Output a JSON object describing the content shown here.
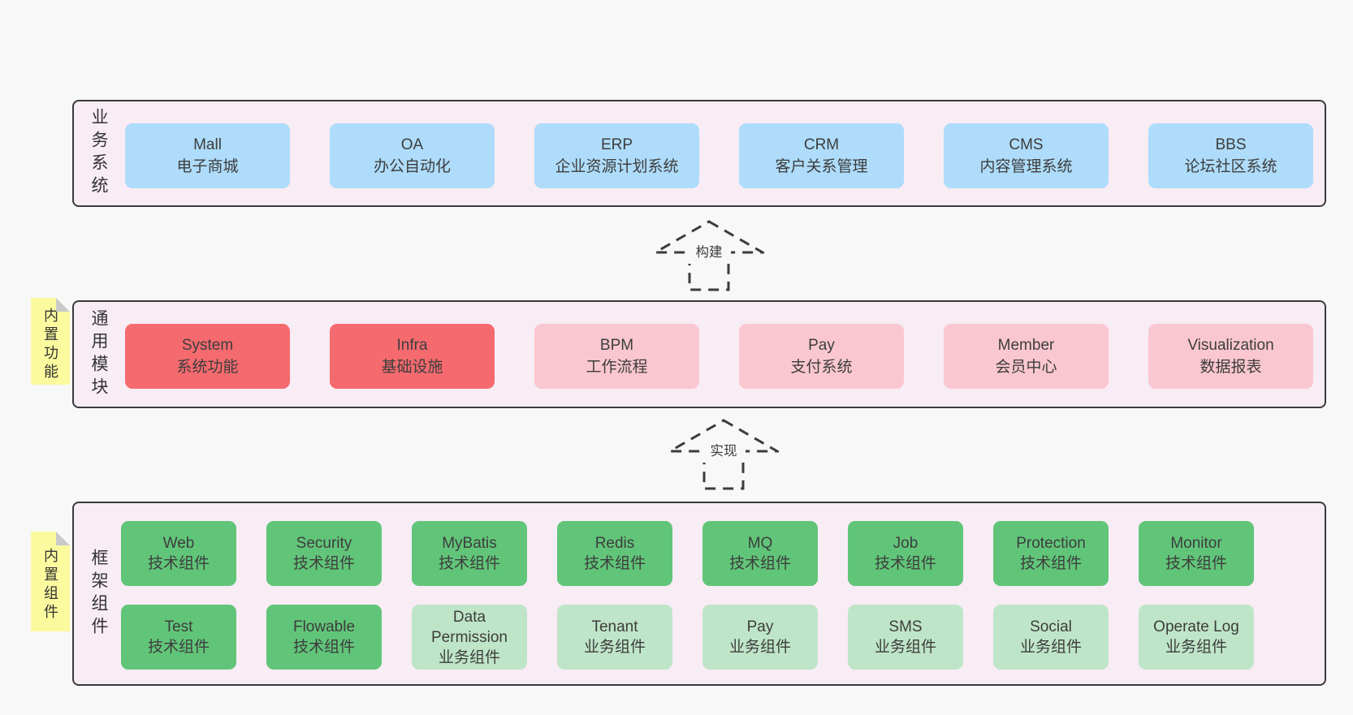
{
  "layer1": {
    "label": "业务系统",
    "boxes": [
      {
        "title": "Mall",
        "subtitle": "电子商城",
        "variant": "blue"
      },
      {
        "title": "OA",
        "subtitle": "办公自动化",
        "variant": "blue"
      },
      {
        "title": "ERP",
        "subtitle": "企业资源计划系统",
        "variant": "blue"
      },
      {
        "title": "CRM",
        "subtitle": "客户关系管理",
        "variant": "blue"
      },
      {
        "title": "CMS",
        "subtitle": "内容管理系统",
        "variant": "blue"
      },
      {
        "title": "BBS",
        "subtitle": "论坛社区系统",
        "variant": "blue"
      }
    ]
  },
  "arrow_build": {
    "label": "构建"
  },
  "layer2": {
    "label": "通用模块",
    "note": "内置功能",
    "boxes": [
      {
        "title": "System",
        "subtitle": "系统功能",
        "variant": "red"
      },
      {
        "title": "Infra",
        "subtitle": "基础设施",
        "variant": "red"
      },
      {
        "title": "BPM",
        "subtitle": "工作流程",
        "variant": "pink"
      },
      {
        "title": "Pay",
        "subtitle": "支付系统",
        "variant": "pink"
      },
      {
        "title": "Member",
        "subtitle": "会员中心",
        "variant": "pink"
      },
      {
        "title": "Visualization",
        "subtitle": "数据报表",
        "variant": "pink"
      }
    ]
  },
  "arrow_implement": {
    "label": "实现"
  },
  "layer3": {
    "label": "框架组件",
    "note": "内置组件",
    "row1": [
      {
        "title": "Web",
        "subtitle": "技术组件",
        "variant": "green"
      },
      {
        "title": "Security",
        "subtitle": "技术组件",
        "variant": "green"
      },
      {
        "title": "MyBatis",
        "subtitle": "技术组件",
        "variant": "green"
      },
      {
        "title": "Redis",
        "subtitle": "技术组件",
        "variant": "green"
      },
      {
        "title": "MQ",
        "subtitle": "技术组件",
        "variant": "green"
      },
      {
        "title": "Job",
        "subtitle": "技术组件",
        "variant": "green"
      },
      {
        "title": "Protection",
        "subtitle": "技术组件",
        "variant": "green"
      },
      {
        "title": "Monitor",
        "subtitle": "技术组件",
        "variant": "green"
      }
    ],
    "row2": [
      {
        "title": "Test",
        "subtitle": "技术组件",
        "variant": "green"
      },
      {
        "title": "Flowable",
        "subtitle": "技术组件",
        "variant": "green"
      },
      {
        "title": "Data Permission",
        "subtitle": "业务组件",
        "variant": "lightgreen"
      },
      {
        "title": "Tenant",
        "subtitle": "业务组件",
        "variant": "lightgreen"
      },
      {
        "title": "Pay",
        "subtitle": "业务组件",
        "variant": "lightgreen"
      },
      {
        "title": "SMS",
        "subtitle": "业务组件",
        "variant": "lightgreen"
      },
      {
        "title": "Social",
        "subtitle": "业务组件",
        "variant": "lightgreen"
      },
      {
        "title": "Operate Log",
        "subtitle": "业务组件",
        "variant": "lightgreen"
      }
    ]
  },
  "colors": {
    "page_bg": "#f8f8f8",
    "panel_bg": "#f8ecf5",
    "panel_border": "#3a3a3a",
    "blue": "#aedcfa",
    "red": "#f56a6e",
    "pink": "#fac7d0",
    "green": "#61c579",
    "light_green": "#bfe5c8",
    "note_yellow": "#fbfa9e",
    "note_fold": "#c9c9c9",
    "text": "#3d3d3d"
  }
}
